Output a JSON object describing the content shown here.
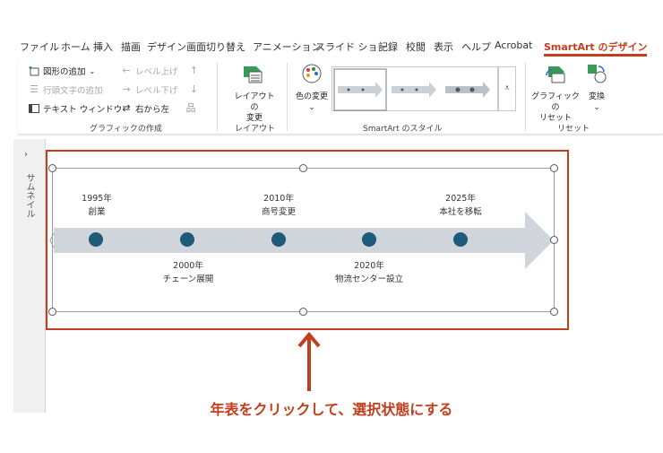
{
  "tabs": [
    "ファイル",
    "ホーム",
    "挿入",
    "描画",
    "デザイン",
    "画面切り替え",
    "アニメーション",
    "スライド ショー",
    "記録",
    "校閲",
    "表示",
    "ヘルプ",
    "Acrobat",
    "SmartArt のデザイン"
  ],
  "active_tab": "SmartArt のデザイン",
  "ribbon": {
    "create_graphic": {
      "add_shape": "図形の追加",
      "add_bullet": "行頭文字の追加",
      "text_pane": "テキスト ウィンドウ",
      "promote": "レベル上げ",
      "demote": "レベル下げ",
      "right_to_left": "右から左",
      "label": "グラフィックの作成"
    },
    "layout": {
      "change_layout": "レイアウトの\n変更",
      "label": "レイアウト"
    },
    "styles": {
      "change_colors": "色の変更",
      "label": "SmartArt のスタイル"
    },
    "reset": {
      "reset_graphic": "グラフィックの\nリセット",
      "convert": "変換",
      "label": "リセット"
    }
  },
  "thumbnail_pane": {
    "label": "サムネイル"
  },
  "timeline": {
    "top_items": [
      {
        "year": "1995年",
        "text": "創業"
      },
      {
        "year": "2010年",
        "text": "商号変更"
      },
      {
        "year": "2025年",
        "text": "本社を移転"
      }
    ],
    "bottom_items": [
      {
        "year": "2000年",
        "text": "チェーン展開"
      },
      {
        "year": "2020年",
        "text": "物流センター設立"
      }
    ],
    "arrow_color": "#cfd5da",
    "dot_color": "#1e5a79"
  },
  "annotation": {
    "caption": "年表をクリックして、選択状態にする",
    "color": "#c43e1c"
  }
}
